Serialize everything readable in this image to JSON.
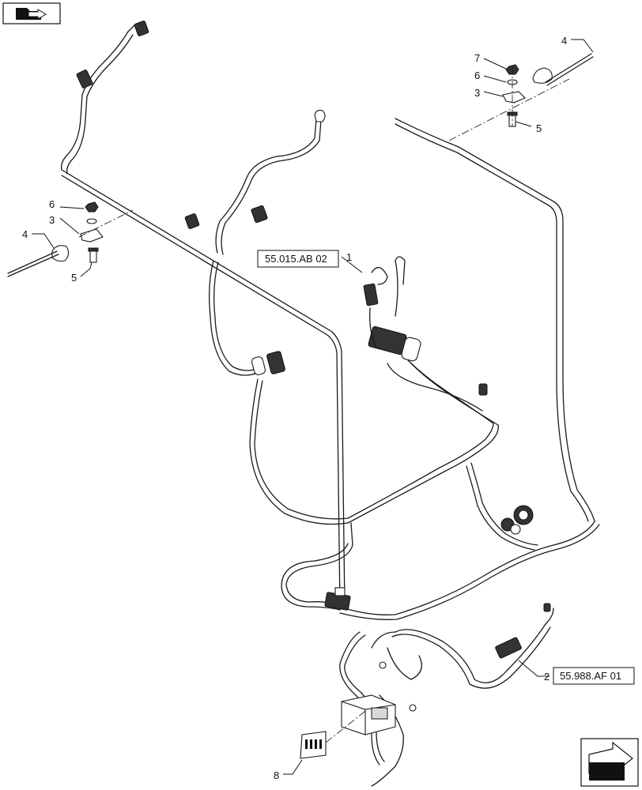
{
  "diagram": {
    "item_numbers": {
      "n1": "1",
      "n2": "2",
      "n3_right": "3",
      "n3_left": "3",
      "n4_right": "4",
      "n4_left": "4",
      "n5_right": "5",
      "n5_left": "5",
      "n6_right": "6",
      "n6_left": "6",
      "n7": "7",
      "n8": "8"
    },
    "references": {
      "ref_upper": "55.015.AB 02",
      "ref_lower": "55.988.AF 01"
    }
  },
  "icons": {
    "top_left": "book-arrow-icon",
    "bottom_right": "next-page-arrow-icon"
  }
}
